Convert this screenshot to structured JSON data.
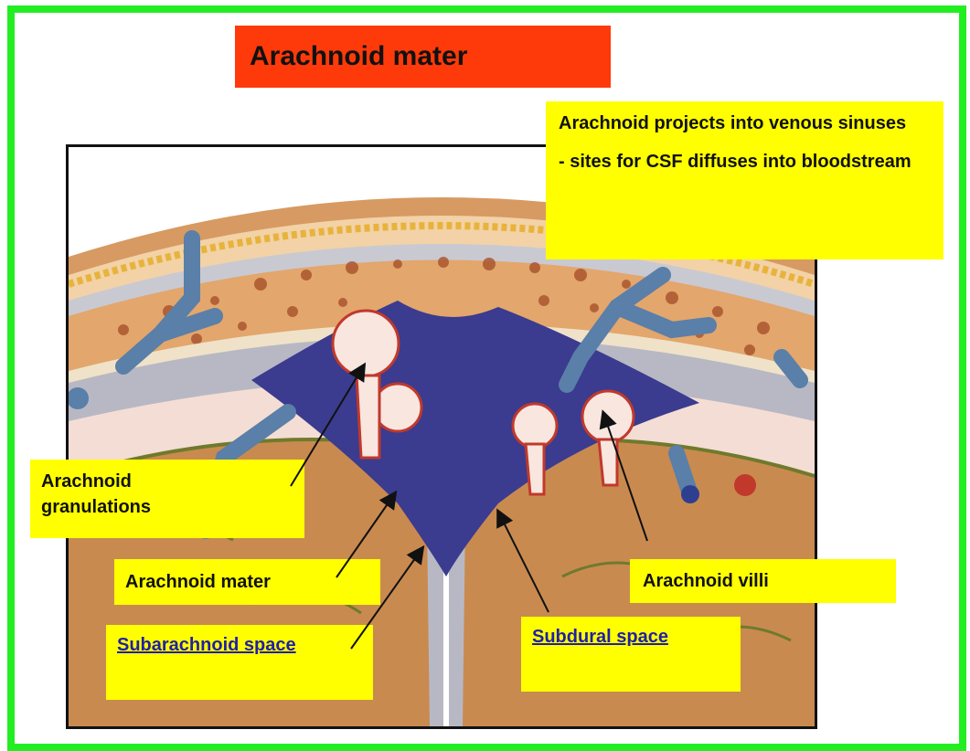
{
  "slide": {
    "title": "Arachnoid  mater",
    "callout": {
      "line1": "Arachnoid projects into venous sinuses",
      "line2": "- sites for CSF diffuses into bloodstream"
    },
    "labels": {
      "granulations": "Arachnoid granulations",
      "mater": "Arachnoid mater",
      "villi": "Arachnoid  villi",
      "subarachnoid": "Subarachnoid space",
      "subdural": "Subdural space"
    },
    "colors": {
      "frame": "#22ee22",
      "title_bg": "#ff3a0a",
      "label_bg": "#ffff00",
      "link": "#1f1fa8",
      "sinus": "#3b3b8f",
      "vein": "#5a7fa8",
      "bone": "#e7b878",
      "brain": "#c98a50"
    }
  }
}
